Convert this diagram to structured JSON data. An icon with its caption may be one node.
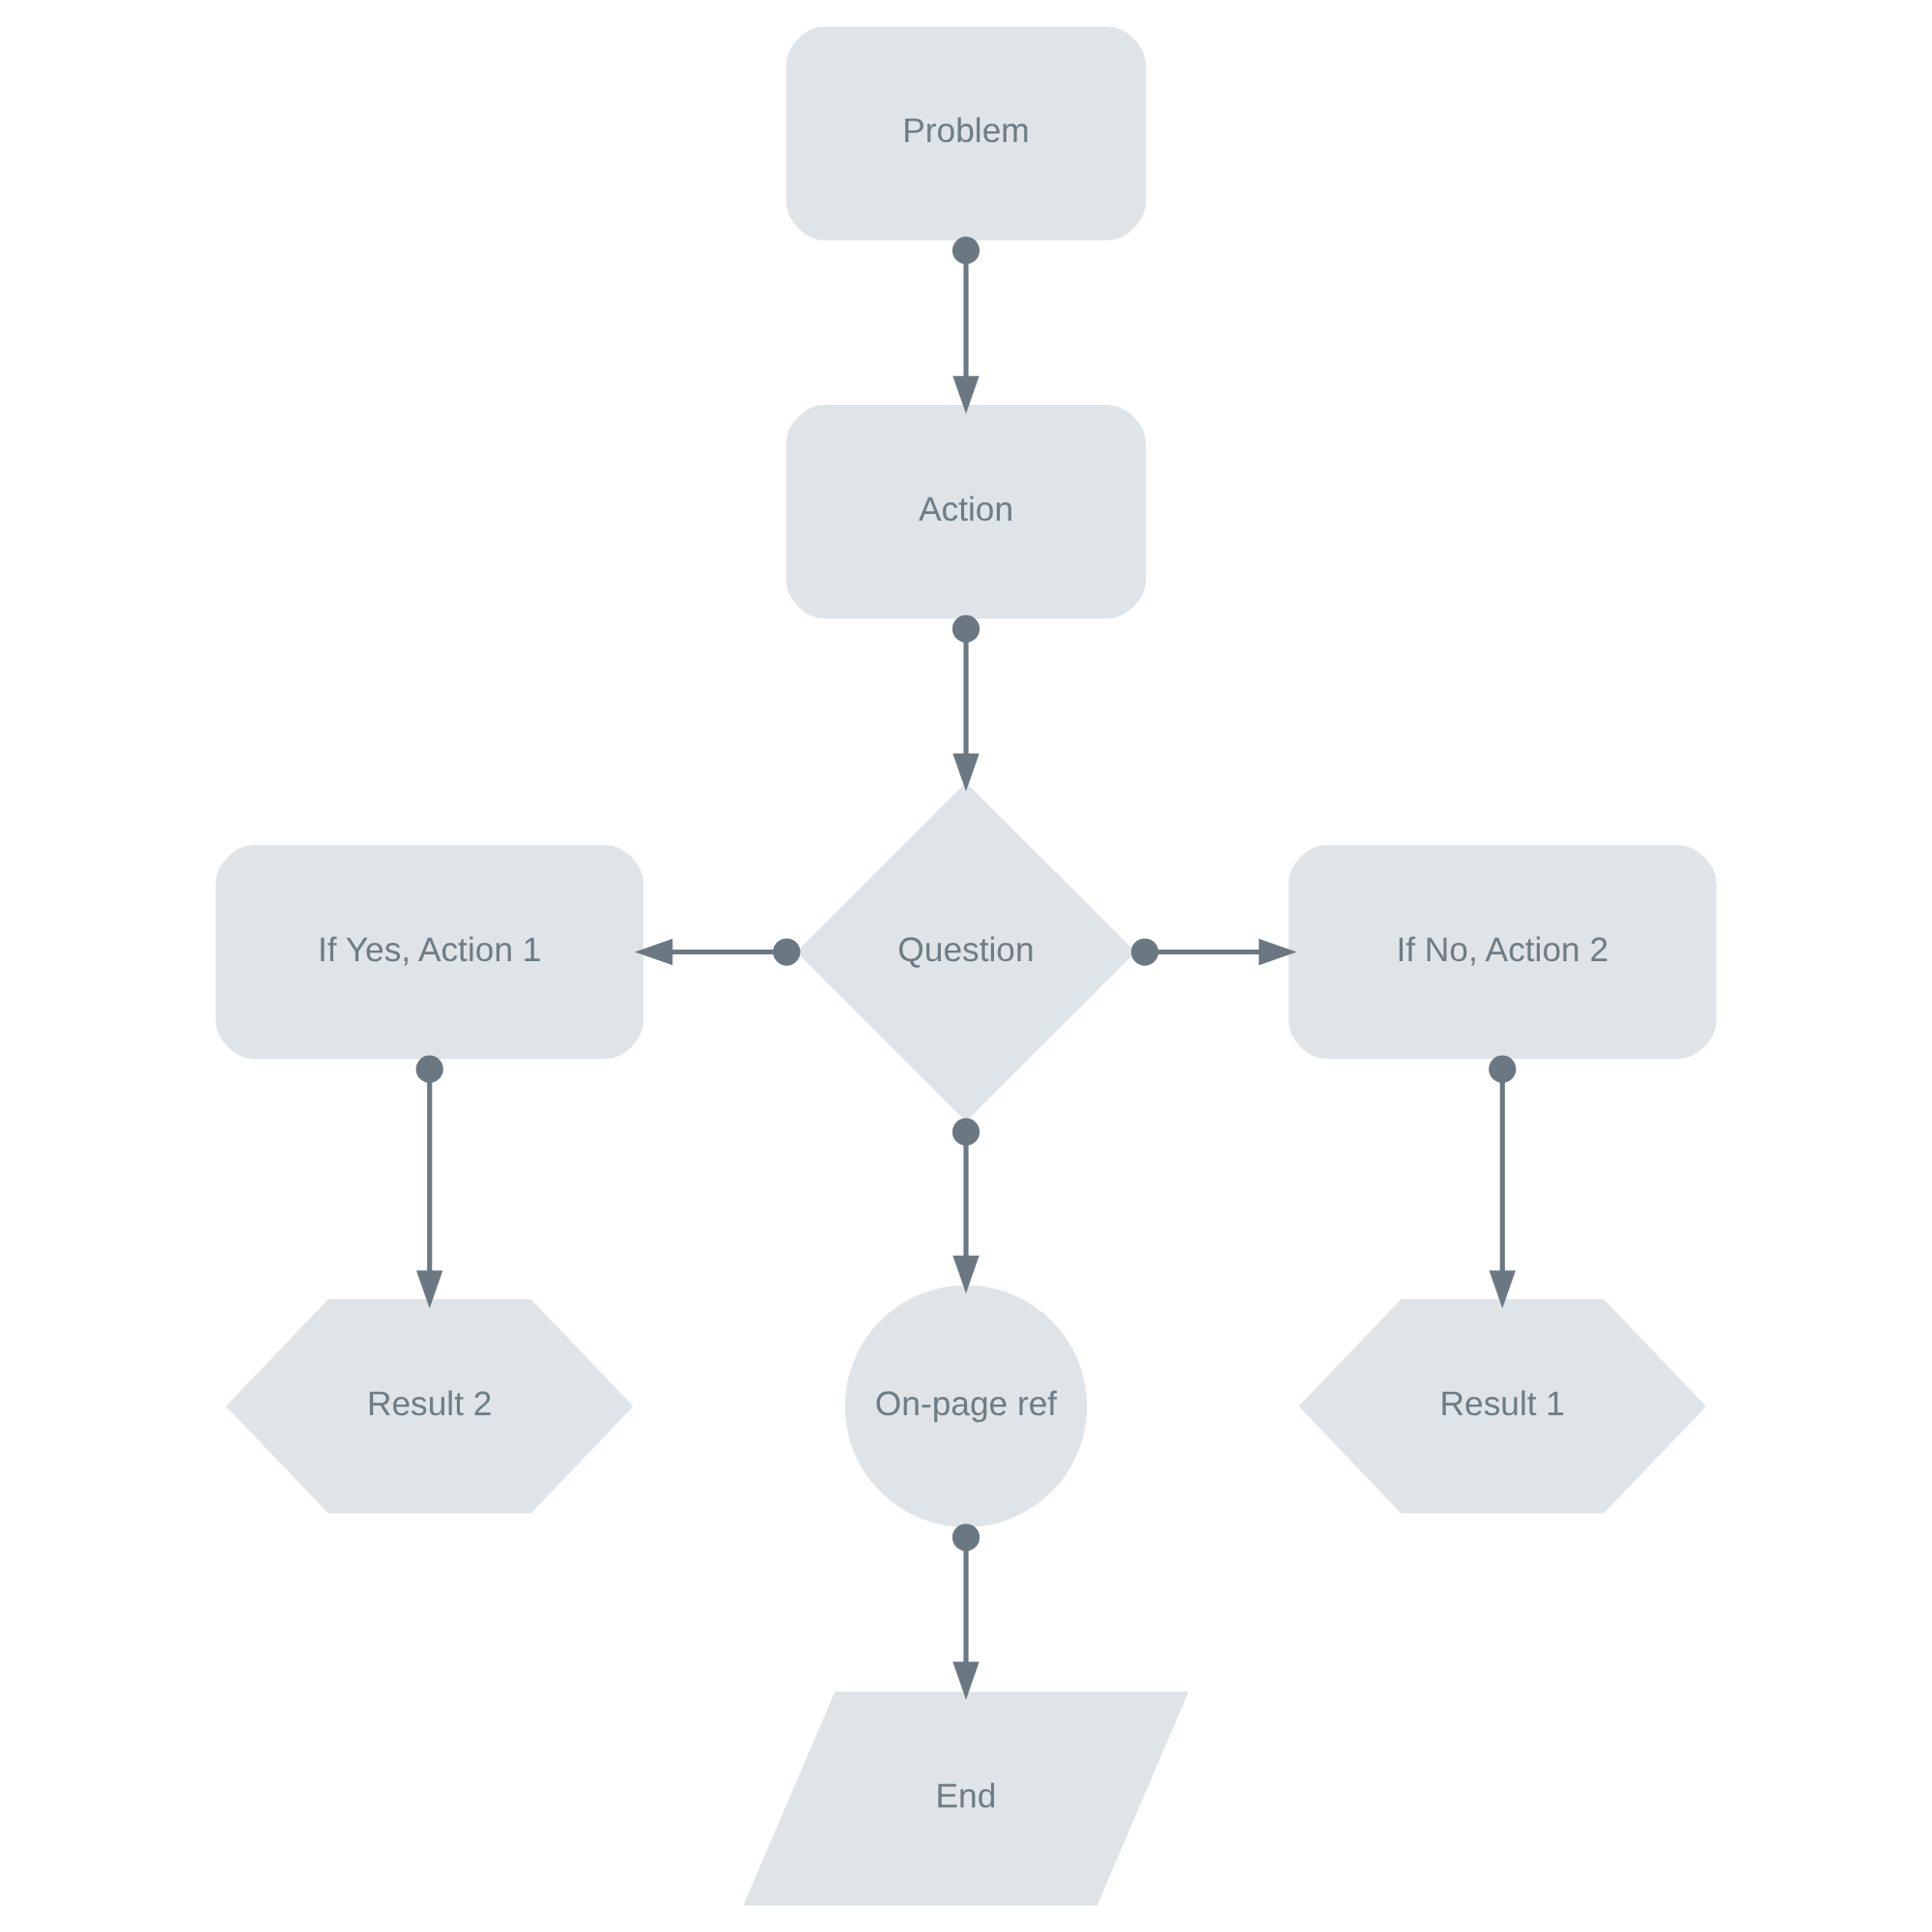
{
  "diagram": {
    "nodes": [
      {
        "text": [
          "Problem"
        ]
      },
      {
        "text": [
          "Action"
        ]
      },
      {
        "text": [
          "If Yes, Action 1"
        ]
      },
      {
        "text": [
          "Question"
        ]
      },
      {
        "text": [
          "If No, Action 2"
        ]
      },
      {
        "text": [
          "Result 2"
        ]
      },
      {
        "text": [
          "On-page ref"
        ]
      },
      {
        "text": [
          "Result 1"
        ]
      },
      {
        "text": [
          "End"
        ]
      }
    ],
    "edges": [
      {
        "from": 0,
        "to": 1,
        "arrow": "to"
      },
      {
        "from": 1,
        "to": 3,
        "arrow": "to"
      },
      {
        "from": 3,
        "to": 2,
        "arrow": "to"
      },
      {
        "from": 3,
        "to": 4,
        "arrow": "to"
      },
      {
        "from": 3,
        "to": 6,
        "arrow": "to"
      },
      {
        "from": 2,
        "to": 5,
        "arrow": "to"
      },
      {
        "from": 4,
        "to": 7,
        "arrow": "to"
      },
      {
        "from": 6,
        "to": 8,
        "arrow": "to"
      }
    ]
  }
}
